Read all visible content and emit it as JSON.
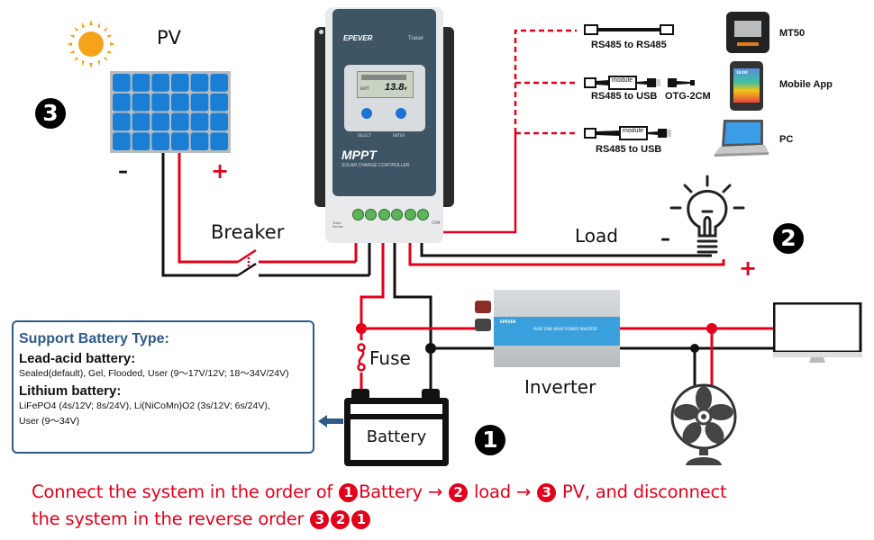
{
  "colors": {
    "wire_positive": "#e3001b",
    "wire_negative": "#111111",
    "info_border": "#2f5a8a",
    "controller_face": "#3e5566",
    "panel_cell": "#1a7fd4",
    "sun": "#f7a21b",
    "footer_text": "#e3001b"
  },
  "pv": {
    "label": "PV",
    "minus": "–",
    "plus": "+",
    "step": "3"
  },
  "breaker": {
    "label": "Breaker"
  },
  "controller": {
    "brand": "EPEVER",
    "model": "Tracer",
    "lcd_value": "13.8",
    "lcd_unit": "v",
    "lcd_batt": "BATT",
    "buttons": [
      "SELECT",
      "ENTER"
    ],
    "title": "MPPT",
    "subtitle": "SOLAR CHARGE CONTROLLER",
    "temp_label": "Temp. Sensor",
    "com_label": "COM"
  },
  "comms": [
    {
      "cable": "RS485 to RS485",
      "extra": "",
      "device": "MT50"
    },
    {
      "cable": "RS485 to USB",
      "extra": "OTG-2CM",
      "device": "Mobile App",
      "module": "module"
    },
    {
      "cable": "RS485 to USB",
      "extra": "",
      "device": "PC",
      "module": "module"
    }
  ],
  "mobile_time": "10:00",
  "load": {
    "label": "Load",
    "minus": "–",
    "plus": "+",
    "step": "2"
  },
  "fuse": {
    "label": "Fuse"
  },
  "battery": {
    "label": "Battery",
    "step": "1"
  },
  "inverter": {
    "label": "Inverter",
    "panel_text": "PURE SINE WAVE POWER INVERTER",
    "brand": "EPEVER"
  },
  "info": {
    "title": "Support Battery Type:",
    "lead_heading": "Lead-acid battery:",
    "lead_text": "Sealed(default), Gel, Flooded, User (9～17V/12V; 18～34V/24V)",
    "lithium_heading": "Lithium battery:",
    "lithium_text_1": "LiFePO4 (4s/12V; 8s/24V), Li(NiCoMn)O2 (3s/12V; 6s/24V),",
    "lithium_text_2": "User (9～34V)"
  },
  "footer": {
    "line1_a": "Connect the system in the order of ",
    "n1": "1",
    "line1_b": "Battery → ",
    "n2": "2",
    "line1_c": " load → ",
    "n3": "3",
    "line1_d": " PV, and disconnect",
    "line2_a": "the system in the reverse order ",
    "r3": "3",
    "r2": "2",
    "r1": "1"
  }
}
